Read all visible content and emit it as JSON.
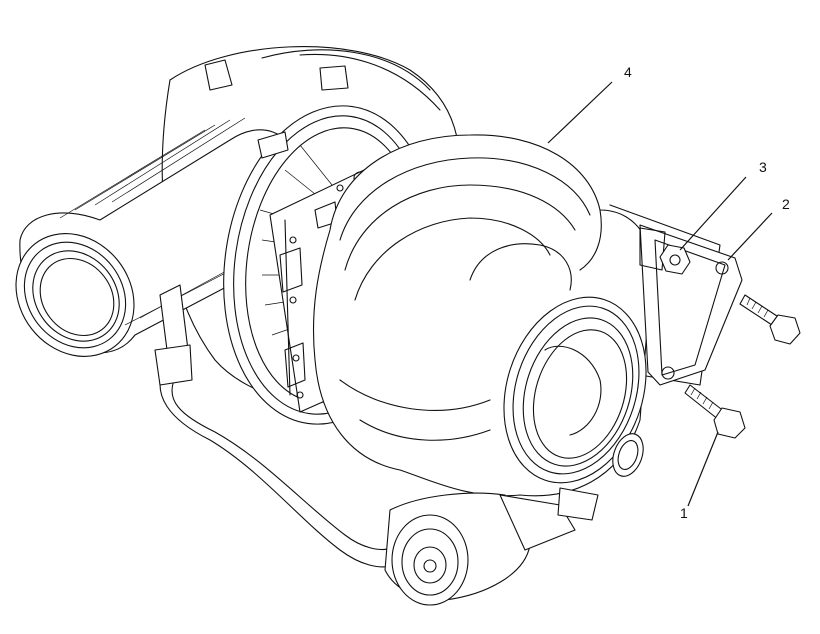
{
  "diagram": {
    "callouts": [
      {
        "id": "callout-1",
        "label": "1"
      },
      {
        "id": "callout-2",
        "label": "2"
      },
      {
        "id": "callout-3",
        "label": "3"
      },
      {
        "id": "callout-4",
        "label": "4"
      }
    ],
    "colors": {
      "line": "#111111",
      "background": "#ffffff"
    }
  }
}
